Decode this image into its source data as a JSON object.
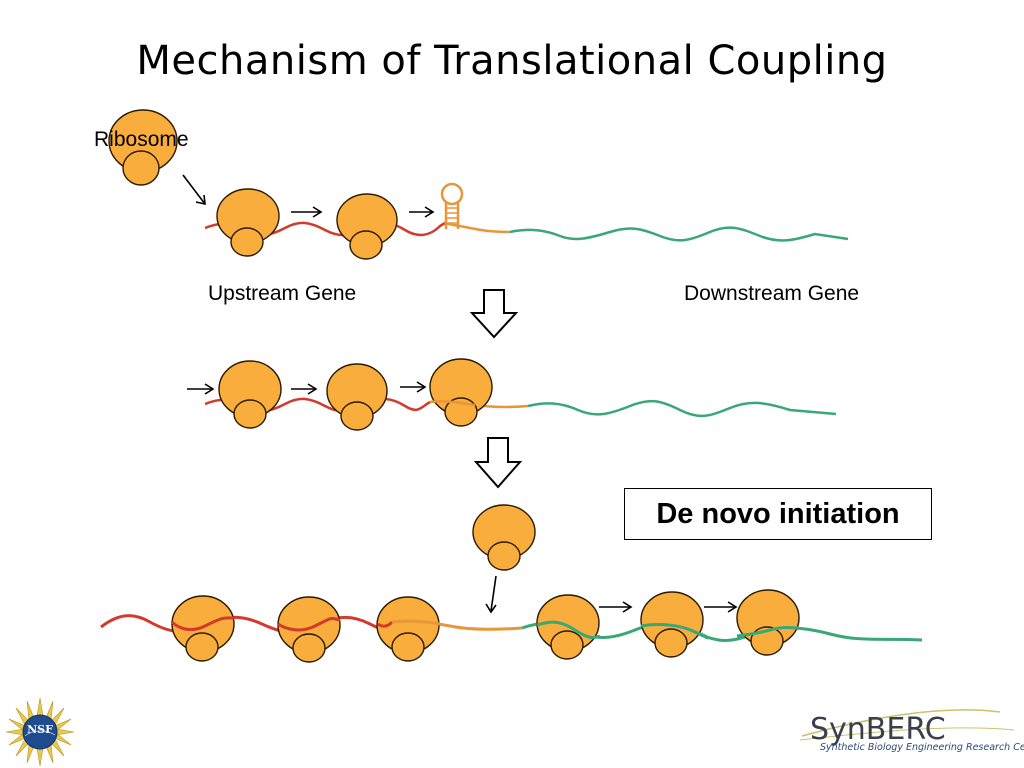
{
  "title": "Mechanism of Translational Coupling",
  "labels": {
    "ribosome": "Ribosome",
    "upstream_gene": "Upstream Gene",
    "downstream_gene": "Downstream Gene",
    "de_novo_initiation": "De novo initiation"
  },
  "logos": {
    "nsf": "NSF",
    "synberc_name": "SynBERC",
    "synberc_tagline": "Synthetic Biology Engineering Research Center"
  },
  "colors": {
    "ribosome_fill": "#f8ad3c",
    "upstream_mrna": "#d33a2c",
    "intergenic_mrna": "#e8963a",
    "downstream_mrna": "#3aa876",
    "nsf_blue": "#1f4c8f",
    "nsf_gold": "#e9c94a"
  },
  "stages": [
    {
      "id": "stage-1",
      "description_visible": false
    },
    {
      "id": "stage-2",
      "description_visible": false
    },
    {
      "id": "stage-3",
      "description_visible": false
    }
  ]
}
